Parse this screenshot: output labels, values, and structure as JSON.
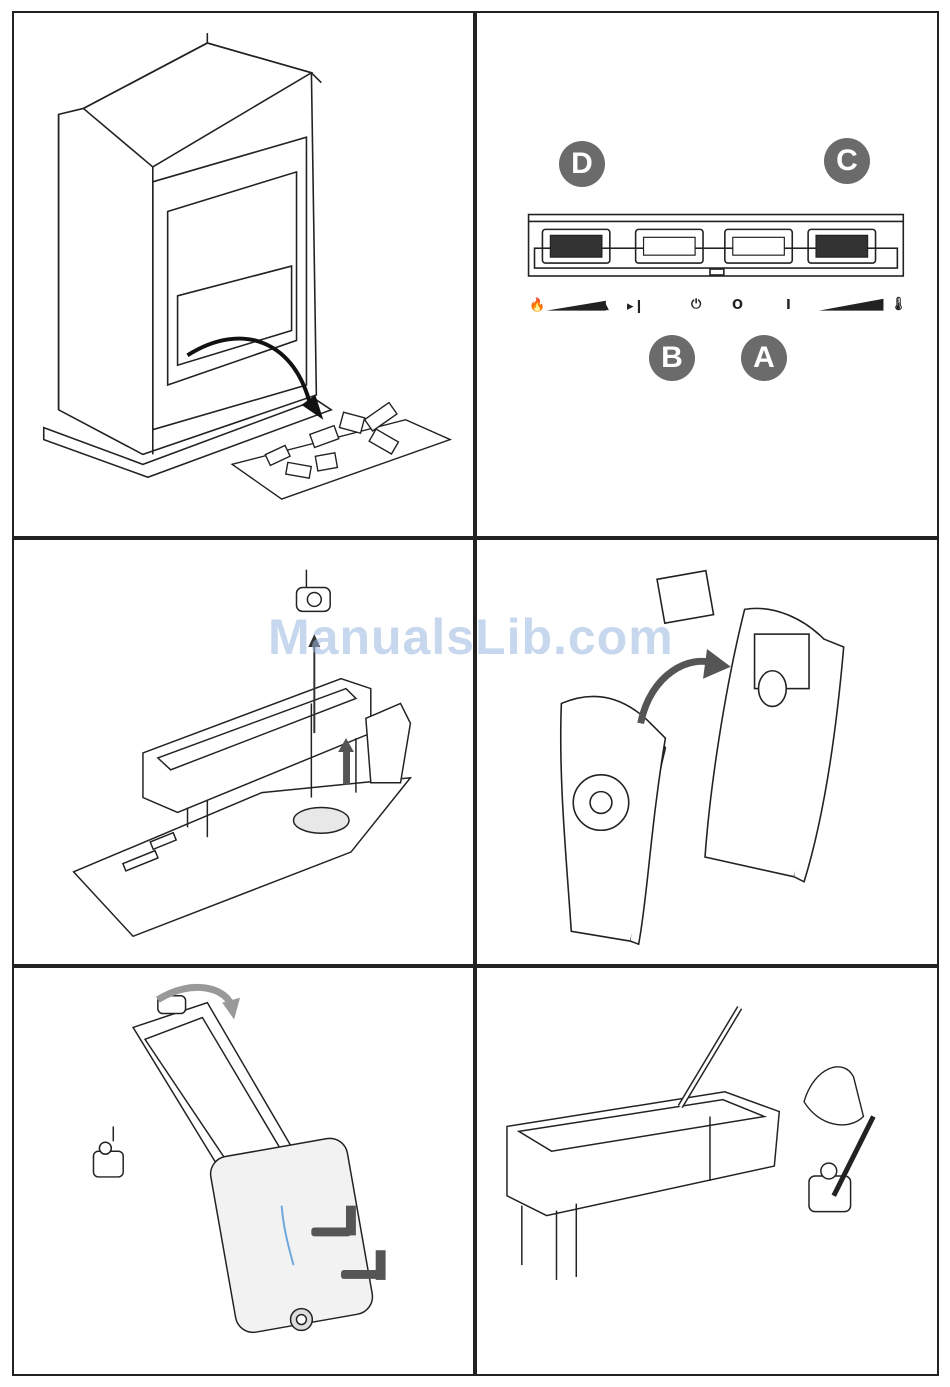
{
  "badges": {
    "d": "D",
    "c": "C",
    "b": "B",
    "a": "A"
  },
  "control_strip": {
    "off_symbol": "O",
    "on_symbol": "I"
  },
  "watermark": "ManualsLib.com",
  "icons": [
    "flame-low-icon",
    "flame-mode-icon",
    "power-icon",
    "thermometer-icon",
    "arrow-icon"
  ],
  "colors": {
    "line": "#222222",
    "badge": "#6b6b6b",
    "watermark": "#9bb7df",
    "arrow": "#555555"
  }
}
